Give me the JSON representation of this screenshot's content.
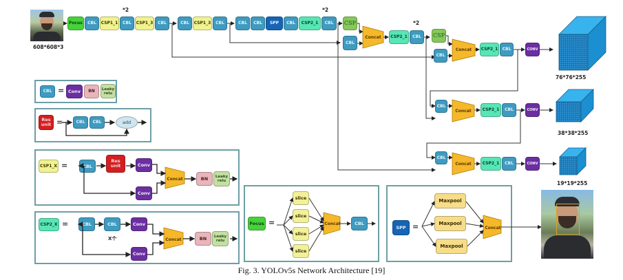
{
  "figure": {
    "caption": "Fig. 3. YOLOv5s Network Architecture [19]"
  },
  "input": {
    "image_alt": "input-photo",
    "size_label": "608*608*3"
  },
  "backbone": {
    "row1": [
      "Focus",
      "CBL",
      "CSP1_1",
      "CBL",
      "CSP1_3",
      "CBL"
    ],
    "row2": [
      "CBL",
      "CSP1_3",
      "CBL"
    ],
    "row3": [
      "CBL",
      "CBL",
      "SPP",
      "CBL",
      "CSP2_1",
      "CBL"
    ],
    "repeat_label_1": "*2",
    "repeat_label_2": "*2",
    "repeat_label_3": "*2"
  },
  "neck": {
    "csp_label": "CSP",
    "cbl_label": "CBL",
    "concat_label": "Concat",
    "csp2_label": "CSP2_1",
    "conv_label": "CONV"
  },
  "outputs": [
    {
      "label": "76*76*255"
    },
    {
      "label": "38*38*255"
    },
    {
      "label": "19*19*255"
    }
  ],
  "legend": {
    "cbl": {
      "name": "CBL",
      "eq": "=",
      "parts": [
        "Conv",
        "BN",
        "Leaky relu"
      ]
    },
    "res_unit": {
      "name": "Res unit",
      "eq": "=",
      "parts": [
        "CBL",
        "CBL",
        "add"
      ]
    },
    "csp1_x": {
      "name": "CSP1_X",
      "eq": "=",
      "parts": [
        "CBL",
        "Res unit",
        "Conv",
        "Conv",
        "Concat",
        "BN",
        "Leaky relu"
      ]
    },
    "csp2_x": {
      "name": "CSP2_X",
      "eq": "=",
      "parts": [
        "CBL",
        "CBL",
        "Conv",
        "Conv",
        "Concat",
        "BN",
        "Leaky relu"
      ],
      "repeat_note": "X个"
    },
    "focus": {
      "name": "Focus",
      "eq": "=",
      "parts": [
        "slice",
        "slice",
        "slice",
        "slice",
        "Concat",
        "CBL"
      ]
    },
    "spp": {
      "name": "SPP",
      "eq": "=",
      "parts": [
        "Maxpool",
        "Maxpool",
        "Maxpool",
        "Concat"
      ]
    }
  },
  "output_photo": {
    "image_alt": "detection-result-photo"
  },
  "colors": {
    "cbl": "#3f9bc0",
    "csp1": "#f0f38e",
    "csp2": "#57e6b5",
    "focus": "#46d23b",
    "spp": "#1664b4",
    "csp": "#86c85a",
    "conv": "#6b2fa1",
    "bn": "#e8b5bb",
    "leaky_relu": "#c4dfa2",
    "res_unit": "#d21f22",
    "concat": "#f5b82a",
    "tensor": "#1f9ee0",
    "panel_border": "#6d9ea6"
  }
}
